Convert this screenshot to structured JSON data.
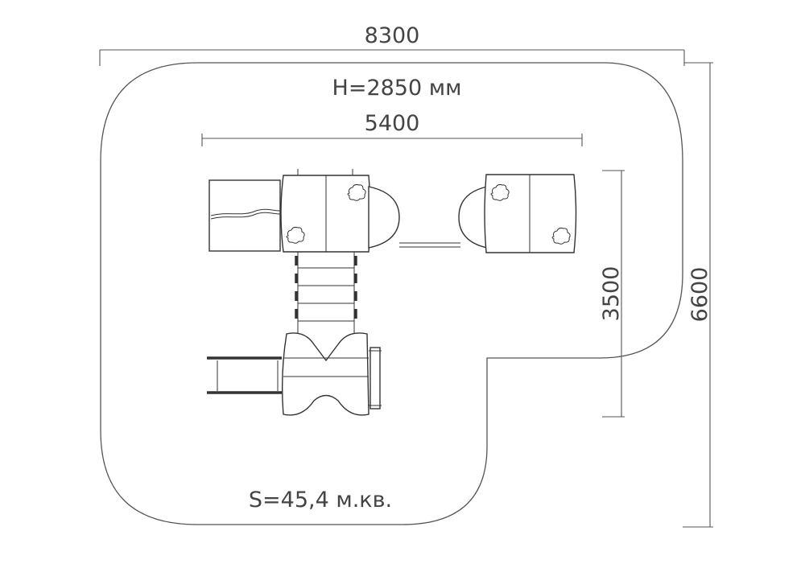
{
  "dimensions": {
    "total_width": "8300",
    "height_label": "H=2850 мм",
    "inner_width": "5400",
    "inner_depth": "3500",
    "total_depth": "6600"
  },
  "area_label": "S=45,4 м.кв.",
  "colors": {
    "line": "#555555",
    "text": "#444444",
    "background": "#ffffff"
  }
}
